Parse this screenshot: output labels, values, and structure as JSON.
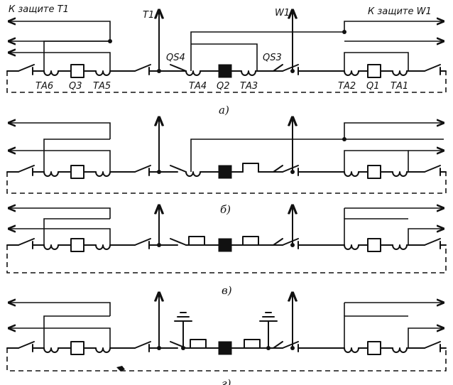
{
  "labels": {
    "to_protection_t1": "К защите Т1",
    "to_protection_w1": "К защите W1",
    "t1": "Т1",
    "w1": "W1",
    "qs4": "QS4",
    "qs3": "QS3",
    "ta6": "ТА6",
    "q3": "Q3",
    "ta5": "ТА5",
    "ta4": "ТА4",
    "q2": "Q2",
    "ta3": "ТА3",
    "ta2": "ТА2",
    "q1": "Q1",
    "ta1": "ТА1"
  },
  "captions": [
    "а)",
    "б)",
    "в)",
    "г)"
  ]
}
